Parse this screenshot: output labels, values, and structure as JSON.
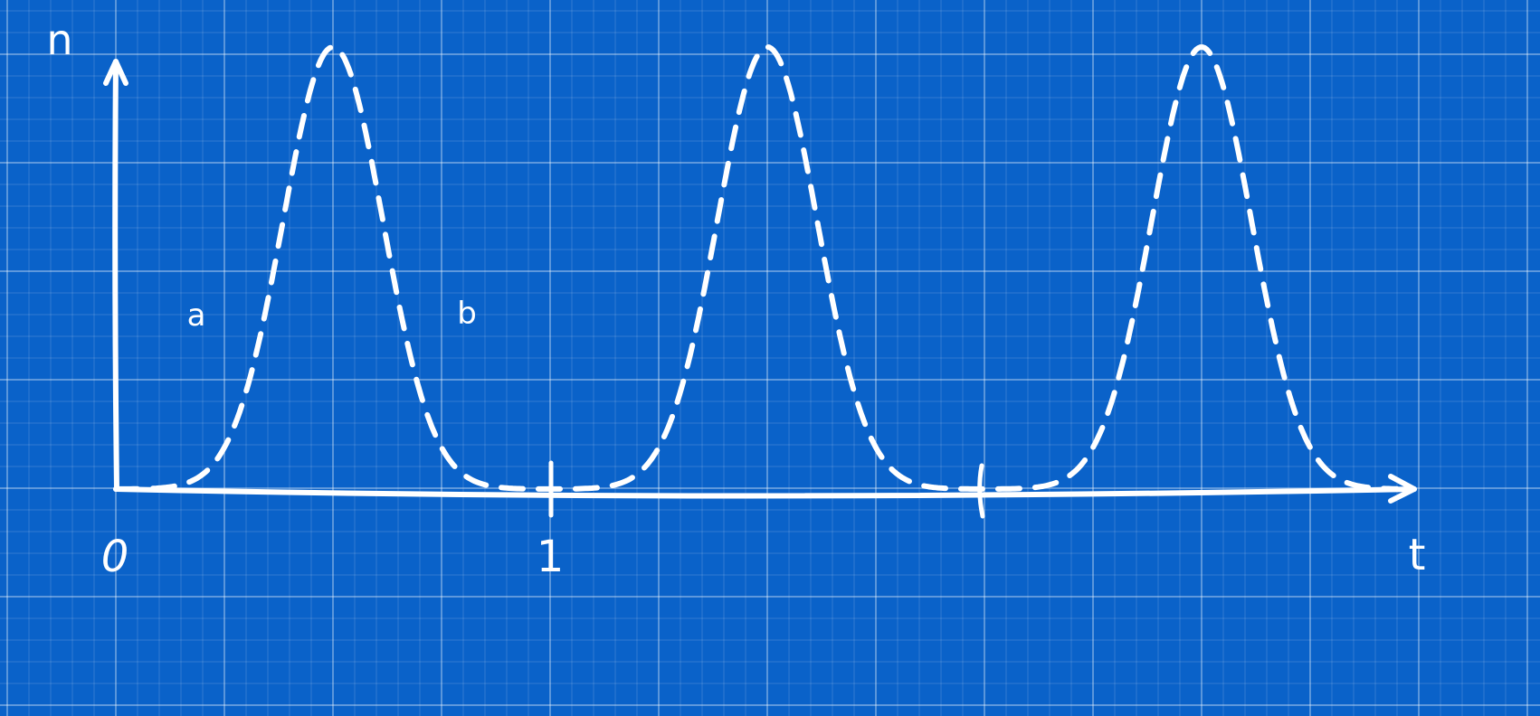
{
  "labels": {
    "y_axis": "n",
    "x_axis": "t",
    "origin": "0",
    "tick_1": "1",
    "point_a": "a",
    "point_b": "b"
  },
  "colors": {
    "background": "#0a62c9",
    "ink": "#ffffff"
  },
  "chart_data": {
    "type": "line",
    "xlabel": "t",
    "ylabel": "n",
    "x_tick_labels": [
      "0",
      "1"
    ],
    "grid": true,
    "curve_style": "dashed",
    "curve_shape": "three identical bell-shaped pulses",
    "peak_positions_t": [
      0.5,
      1.5,
      2.5
    ],
    "pulse_period_t": 1.0
  }
}
